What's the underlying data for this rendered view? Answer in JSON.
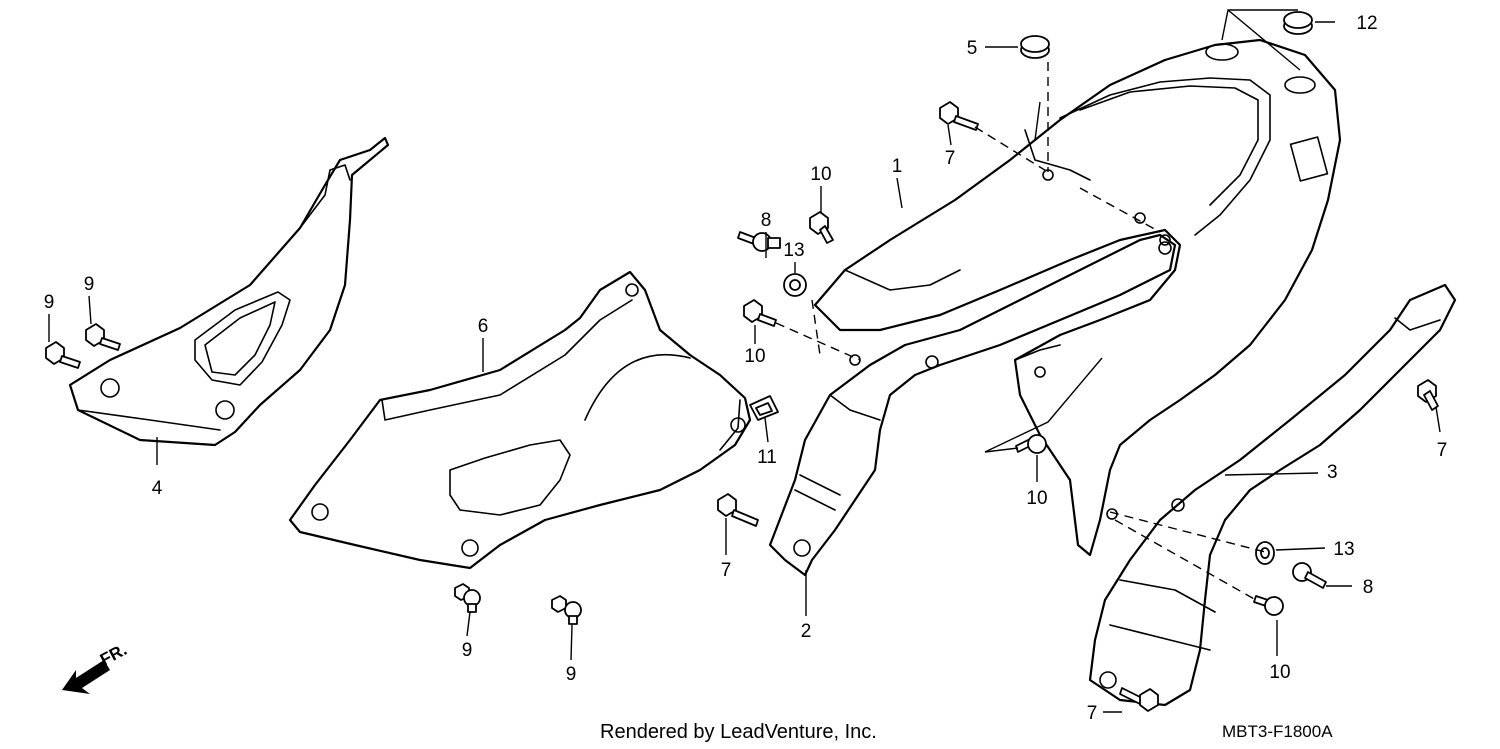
{
  "diagram": {
    "callouts": [
      {
        "label": "1"
      },
      {
        "label": "2"
      },
      {
        "label": "3"
      },
      {
        "label": "4"
      },
      {
        "label": "5"
      },
      {
        "label": "6"
      },
      {
        "label": "7"
      },
      {
        "label": "7"
      },
      {
        "label": "7"
      },
      {
        "label": "7"
      },
      {
        "label": "8"
      },
      {
        "label": "8"
      },
      {
        "label": "9"
      },
      {
        "label": "9"
      },
      {
        "label": "9"
      },
      {
        "label": "9"
      },
      {
        "label": "10"
      },
      {
        "label": "10"
      },
      {
        "label": "10"
      },
      {
        "label": "10"
      },
      {
        "label": "11"
      },
      {
        "label": "12"
      },
      {
        "label": "13"
      },
      {
        "label": "13"
      }
    ],
    "direction_label": "FR.",
    "credit": "Rendered by LeadVenture, Inc.",
    "diagram_code": "MBT3-F1800A"
  }
}
